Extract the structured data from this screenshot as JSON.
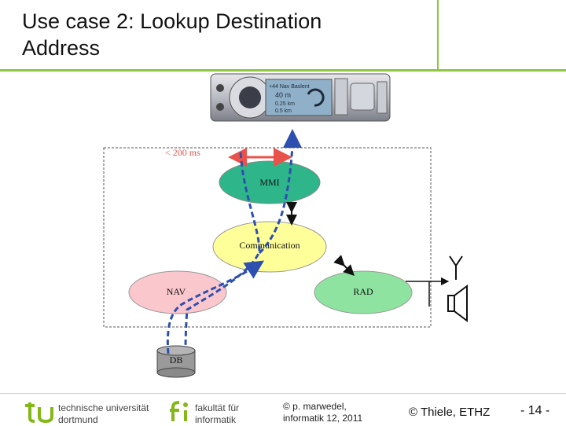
{
  "slide": {
    "title": "Use case 2: Lookup Destination Address",
    "title_line1": "Use case 2: Lookup Destination",
    "title_line2": "Address"
  },
  "device": {
    "display_line1": "+44 Nav Baslent",
    "display_line2": "40 m",
    "display_line3": "0.25 km",
    "display_line4": "0.5 km"
  },
  "diagram": {
    "latency_label": "< 200 ms",
    "nodes": {
      "mmi": "MMI",
      "communication": "Communication",
      "nav": "NAV",
      "rad": "RAD",
      "db": "DB"
    },
    "colors": {
      "mmi": "#2fb58a",
      "communication": "#ffff9a",
      "nav": "#f9c7cc",
      "rad": "#8fe3a0",
      "db": "#9a9a9a",
      "path": "#2d4fb0",
      "latency": "#e8524a"
    }
  },
  "footer": {
    "tu_line1": "technische universität",
    "tu_line2": "dortmund",
    "fi_line1": "fakultät für",
    "fi_line2": "informatik",
    "credit_line1": "© p. marwedel,",
    "credit_line2": "informatik 12,  2011",
    "copyright": "© Thiele, ETHZ",
    "page": "- 14 -"
  }
}
